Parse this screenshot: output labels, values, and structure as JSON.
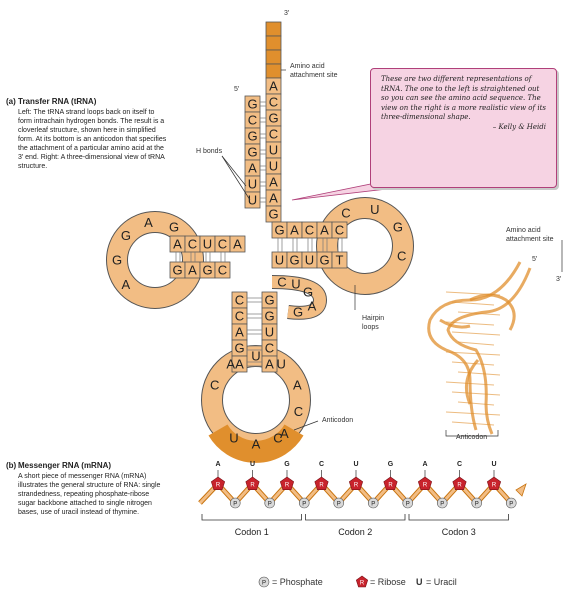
{
  "part_a": {
    "letter": "(a)",
    "title": "Transfer RNA (tRNA)",
    "description": "Left: The tRNA strand loops back on itself to form intrachain hydrogen bonds. The result is a cloverleaf structure, shown here in simplified form. At its bottom is an anticodon that specifies the attachment of a particular amino acid at the 3′ end. Right: A three-dimensional view of tRNA structure."
  },
  "trna_labels": {
    "three_prime": "3′",
    "five_prime": "5′",
    "amino_acid_site": "Amino acid attachment site",
    "h_bonds": "H bonds",
    "hairpin_loops": "Hairpin loops",
    "anticodon": "Anticodon"
  },
  "note": {
    "text": "These are two different representations of tRNA. The one to the left is straightened out so you can see the amino acid sequence. The view on the right is a more realistic view of its three-dimensional shape.",
    "signature": "– Kelly & Heidi"
  },
  "trna_3d_labels": {
    "amino_acid_site": "Amino acid attachment site",
    "five_prime": "5′",
    "three_prime": "3′",
    "anticodon": "Anticodon"
  },
  "sequence": {
    "acceptor_5": [
      "G",
      "C",
      "G",
      "G",
      "A",
      "U",
      "U"
    ],
    "acceptor_3": [
      "A",
      "C",
      "G",
      "C",
      "U",
      "U",
      "A",
      "A",
      "G"
    ],
    "d_stem_top": [
      "A",
      "C",
      "U",
      "C",
      "A"
    ],
    "d_loop": [
      "G",
      "A",
      "G",
      "G",
      "A"
    ],
    "d_stem_bottom": [
      "G",
      "A",
      "G",
      "C"
    ],
    "t_stem_top": [
      "G",
      "A",
      "C",
      "A",
      "C"
    ],
    "t_loop": [
      "C",
      "U",
      "G",
      "C"
    ],
    "t_stem_bottom": [
      "U",
      "G",
      "U",
      "G",
      "T"
    ],
    "variable": [
      "C",
      "U",
      "G",
      "A",
      "G"
    ],
    "ac_stem_left": [
      "C",
      "C",
      "A",
      "G",
      "A"
    ],
    "ac_stem_right": [
      "G",
      "G",
      "U",
      "C",
      "A"
    ],
    "ac_loop": [
      "C",
      "A",
      "U",
      "U",
      "A",
      "C",
      "A"
    ],
    "anticodon": [
      "U",
      "A",
      "C"
    ]
  },
  "part_b": {
    "letter": "(b)",
    "title": "Messenger RNA (mRNA)",
    "description": "A short piece of messenger RNA (mRNA) illustrates the general structure of RNA: single strandedness, repeating phosphate-ribose sugar backbone attached to single nitrogen bases, use of uracil instead of thymine."
  },
  "mrna": {
    "bases": [
      "A",
      "U",
      "G",
      "C",
      "U",
      "G",
      "A",
      "C",
      "U"
    ],
    "ribose_symbol": "R",
    "phosphate_symbol": "P",
    "codons": [
      "Codon 1",
      "Codon 2",
      "Codon 3"
    ],
    "legend": {
      "phosphate": "= Phosphate",
      "ribose": "= Ribose",
      "uracil_symbol": "U",
      "uracil": "= Uracil"
    }
  },
  "colors": {
    "nucleotide_fill": "#f2bd84",
    "backbone": "#e08f2d",
    "backbone_dark": "#c87410",
    "stroke": "#555555",
    "note_fill": "#f6d3e3",
    "ribose_red": "#c8232c",
    "phosphate_gray": "#d9d9d9"
  }
}
